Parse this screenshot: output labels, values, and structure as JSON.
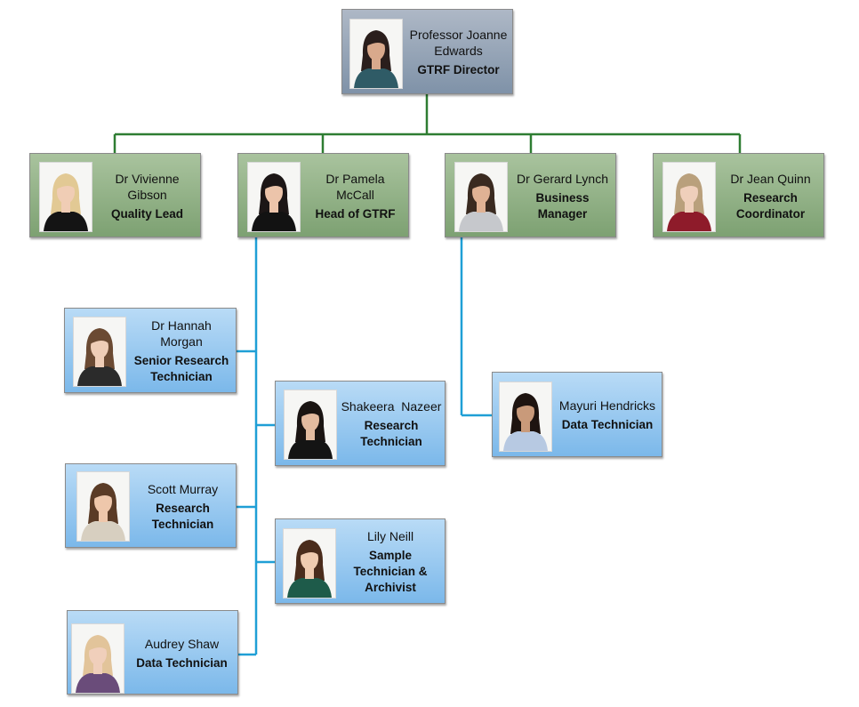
{
  "colors": {
    "director_box": "#8fa0b4",
    "lead_box": "#8fae83",
    "staff_box": "#9ccbf2",
    "lead_connector": "#2e7d32",
    "staff_connector": "#1f9fd6"
  },
  "director": {
    "name_line1": "Professor Joanne",
    "name_line2": "Edwards",
    "role_line1": "GTRF Director",
    "role_line2": ""
  },
  "leads": [
    {
      "name_line1": "Dr Vivienne",
      "name_line2": "Gibson",
      "role_line1": "Quality Lead",
      "role_line2": ""
    },
    {
      "name_line1": "Dr Pamela",
      "name_line2": "McCall",
      "role_line1": "Head of GTRF",
      "role_line2": ""
    },
    {
      "name_line1": "Dr Gerard Lynch",
      "name_line2": "",
      "role_line1": "Business",
      "role_line2": "Manager"
    },
    {
      "name_line1": "Dr Jean Quinn",
      "name_line2": "",
      "role_line1": "Research",
      "role_line2": "Coordinator"
    }
  ],
  "staff": [
    {
      "name_line1": "Dr Hannah",
      "name_line2": "Morgan",
      "role_line1": "Senior Research",
      "role_line2": "Technician",
      "role_line3": ""
    },
    {
      "name_line1": "Shakeera  Nazeer",
      "name_line2": "",
      "role_line1": "Research",
      "role_line2": "Technician",
      "role_line3": ""
    },
    {
      "name_line1": "Scott Murray",
      "name_line2": "",
      "role_line1": "Research",
      "role_line2": "Technician",
      "role_line3": ""
    },
    {
      "name_line1": "Lily Neill",
      "name_line2": "",
      "role_line1": "Sample",
      "role_line2": "Technician &",
      "role_line3": "Archivist"
    },
    {
      "name_line1": "Audrey Shaw",
      "name_line2": "",
      "role_line1": "Data Technician",
      "role_line2": "",
      "role_line3": ""
    },
    {
      "name_line1": "Mayuri Hendricks",
      "name_line2": "",
      "role_line1": "Data Technician",
      "role_line2": "",
      "role_line3": ""
    }
  ],
  "photos": {
    "director": {
      "hair": "#2a1e1c",
      "skin": "#d9a98c",
      "top": "#2f5b66"
    },
    "leads": [
      {
        "hair": "#e2c994",
        "skin": "#f0cdb5",
        "top": "#141414"
      },
      {
        "hair": "#1c1616",
        "skin": "#ecc4aa",
        "top": "#121212"
      },
      {
        "hair": "#3a2a20",
        "skin": "#e0b294",
        "top": "#c6c8cc"
      },
      {
        "hair": "#b9a07c",
        "skin": "#efcfbb",
        "top": "#8e1b2a"
      }
    ],
    "staff": [
      {
        "hair": "#6b4a33",
        "skin": "#efcdb7",
        "top": "#2b2b2b"
      },
      {
        "hair": "#1a1412",
        "skin": "#e3bba0",
        "top": "#141414"
      },
      {
        "hair": "#5a3b26",
        "skin": "#eec7ab",
        "top": "#d7cfc0"
      },
      {
        "hair": "#4a2c1c",
        "skin": "#efcbb0",
        "top": "#1e5b4a"
      },
      {
        "hair": "#e2c49a",
        "skin": "#f0cfbb",
        "top": "#6a4c7a"
      },
      {
        "hair": "#1e1410",
        "skin": "#c99a7a",
        "top": "#b7c9e2"
      }
    ]
  }
}
